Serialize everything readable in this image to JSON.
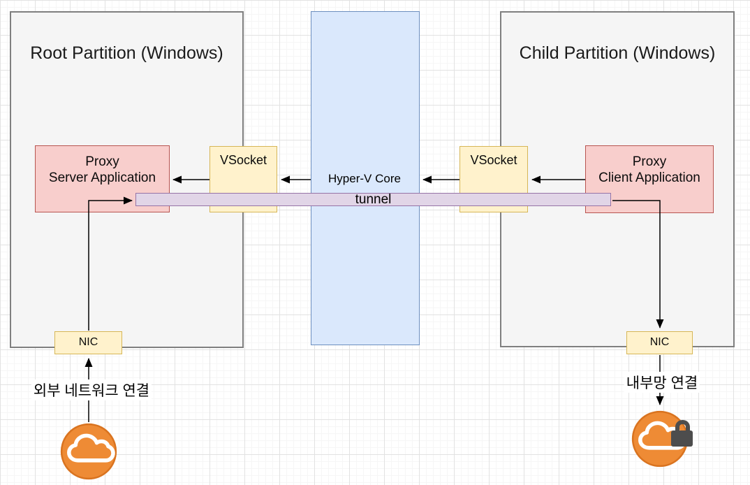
{
  "partitions": {
    "root": {
      "title": "Root Partition (Windows)"
    },
    "child": {
      "title": "Child Partition (Windows)"
    }
  },
  "hypervisor": {
    "label": "Hyper-V Core"
  },
  "tunnel": {
    "label": "tunnel"
  },
  "nodes": {
    "proxy_server": {
      "line1": "Proxy",
      "line2": "Server Application"
    },
    "proxy_client": {
      "line1": "Proxy",
      "line2": "Client Application"
    },
    "vsocket_left": {
      "label": "VSocket"
    },
    "vsocket_right": {
      "label": "VSocket"
    },
    "nic_left": {
      "label": "NIC"
    },
    "nic_right": {
      "label": "NIC"
    }
  },
  "annotations": {
    "external_network": "외부 네트워크 연결",
    "internal_network": "내부망 연결"
  },
  "icons": {
    "external_cloud": "cloud-icon",
    "internal_cloud": "cloud-icon",
    "internal_lock": "lock-icon"
  },
  "colors": {
    "partition_fill": "#f5f5f5",
    "partition_border": "#7f7f7f",
    "hypervisor_fill": "#dae8fc",
    "hypervisor_border": "#6c8ebf",
    "proxy_fill": "#f8cecc",
    "proxy_border": "#b85450",
    "vsocket_fill": "#fff2cc",
    "vsocket_border": "#d6b656",
    "tunnel_fill": "#e1d5e7",
    "tunnel_border": "#9673a6",
    "cloud_orange": "#ee8b35",
    "cloud_orange_border": "#d9731f",
    "lock_gray": "#4d4d4d",
    "connector": "#000000"
  }
}
